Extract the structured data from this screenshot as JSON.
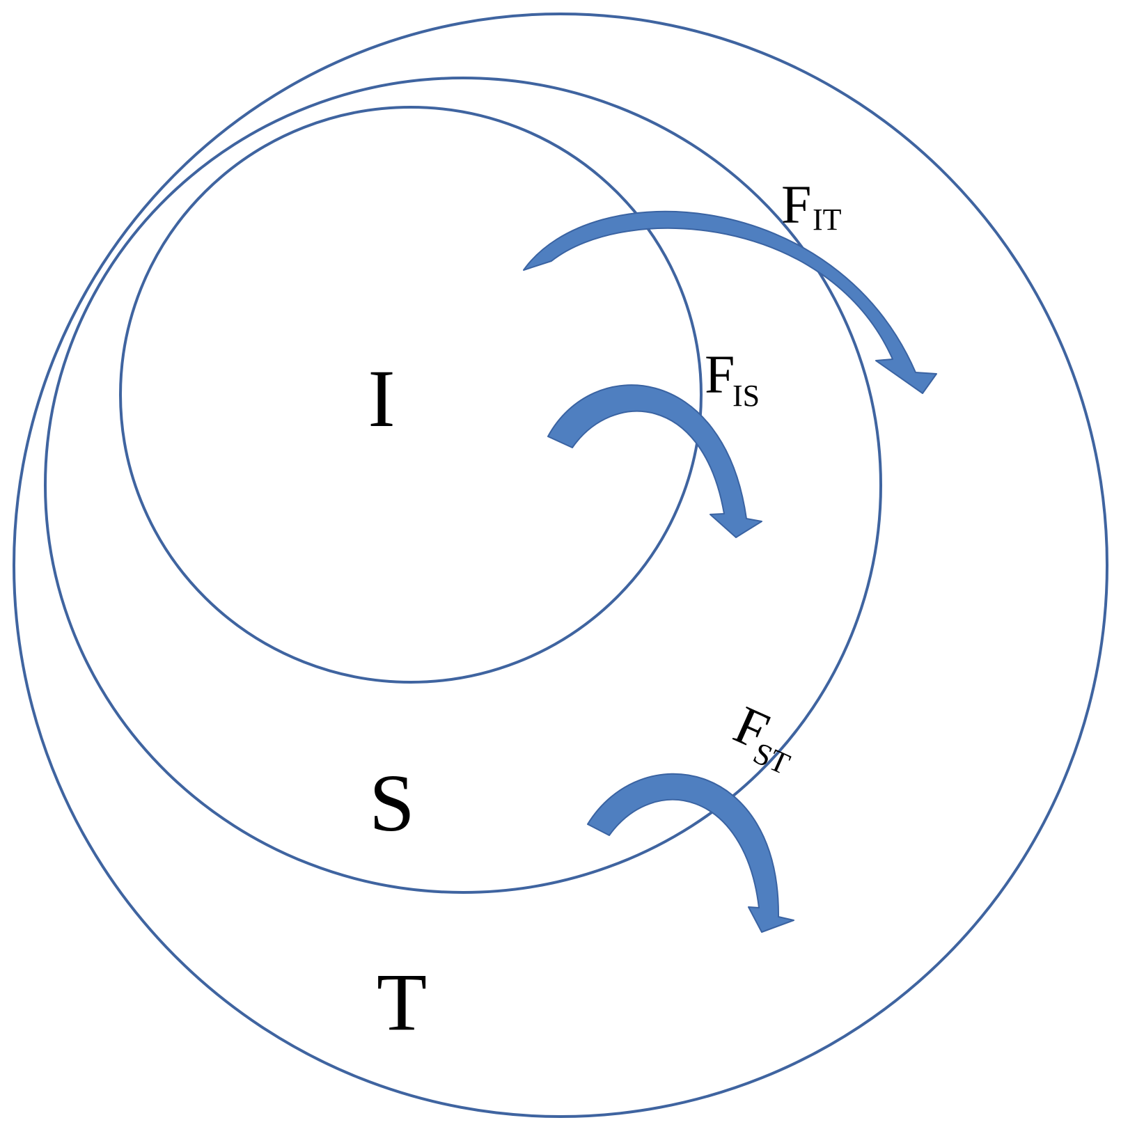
{
  "regions": {
    "inner": "I",
    "middle": "S",
    "outer": "T"
  },
  "flows": [
    {
      "id": "it",
      "main": "F",
      "sub": "IT"
    },
    {
      "id": "is",
      "main": "F",
      "sub": "IS"
    },
    {
      "id": "st",
      "main": "F",
      "sub": "ST"
    }
  ],
  "colors": {
    "ring": "#3f64a0",
    "arrow_fill": "#4f7fc0",
    "arrow_stroke": "#3a63a2",
    "label": "#000000"
  }
}
